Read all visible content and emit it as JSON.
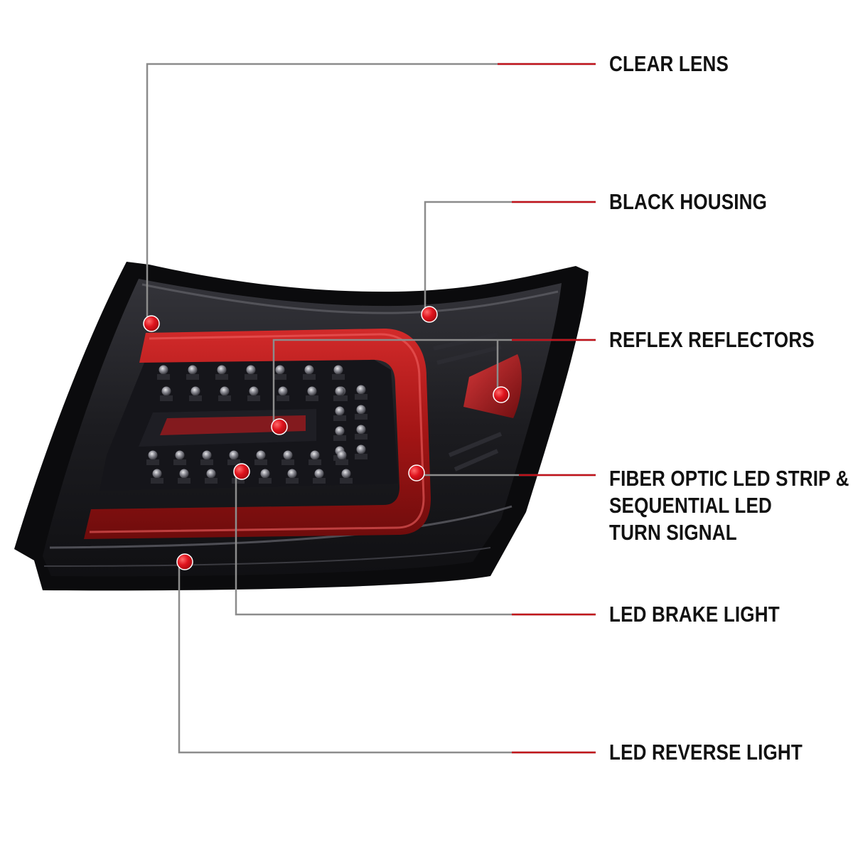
{
  "colors": {
    "leader_gray": "#8c8c8c",
    "leader_red": "#c0121a",
    "dot_red": "#e0141e",
    "housing": "#0c0c0e",
    "lens": "#2a2a30",
    "led_bar": "#b01818"
  },
  "callouts": [
    {
      "id": "clear-lens",
      "lines": [
        "CLEAR LENS"
      ]
    },
    {
      "id": "black-housing",
      "lines": [
        "BLACK HOUSING"
      ]
    },
    {
      "id": "reflex-reflectors",
      "lines": [
        "REFLEX REFLECTORS"
      ]
    },
    {
      "id": "fiber-optic-led-strip",
      "lines": [
        "FIBER OPTIC LED STRIP &",
        "SEQUENTIAL LED",
        "TURN SIGNAL"
      ]
    },
    {
      "id": "led-brake-light",
      "lines": [
        "LED BRAKE LIGHT"
      ]
    },
    {
      "id": "led-reverse-light",
      "lines": [
        "LED REVERSE LIGHT"
      ]
    }
  ]
}
